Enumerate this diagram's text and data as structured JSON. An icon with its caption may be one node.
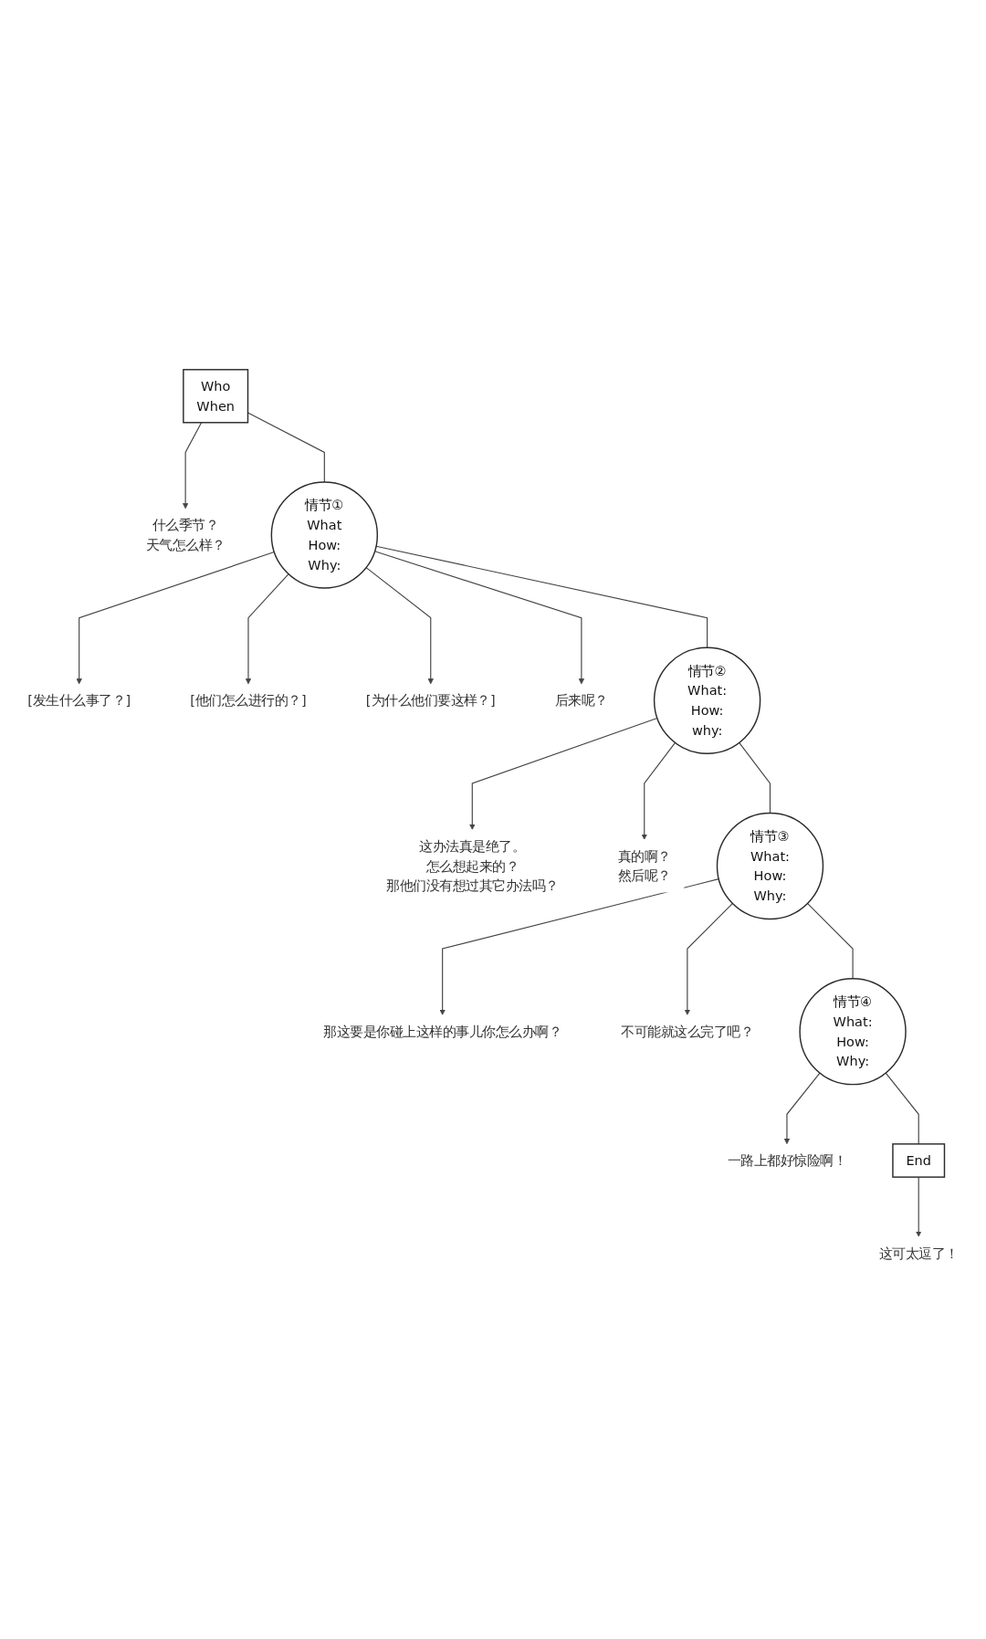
{
  "diagram": {
    "nodes": [
      {
        "text": [
          "Who",
          "When"
        ]
      },
      {
        "text": [
          "什么季节？",
          "天气怎么样？"
        ]
      },
      {
        "text": [
          "情节①",
          "What",
          "How:",
          "Why:"
        ]
      },
      {
        "text": [
          "[发生什么事了？]"
        ]
      },
      {
        "text": [
          "[他们怎么进行的？]"
        ]
      },
      {
        "text": [
          "[为什么他们要这样？]"
        ]
      },
      {
        "text": [
          "后来呢？"
        ]
      },
      {
        "text": [
          "情节②",
          "What:",
          "How:",
          "why:"
        ]
      },
      {
        "text": [
          "这办法真是绝了。",
          "怎么想起来的？",
          "那他们没有想过其它办法吗？"
        ]
      },
      {
        "text": [
          "真的啊？",
          "然后呢？"
        ]
      },
      {
        "text": [
          "情节③",
          "What:",
          "How:",
          "Why:"
        ]
      },
      {
        "text": [
          "那这要是你碰上这样的事儿你怎么办啊？"
        ]
      },
      {
        "text": [
          "不可能就这么完了吧？"
        ]
      },
      {
        "text": [
          "情节④",
          "What:",
          "How:",
          "Why:"
        ]
      },
      {
        "text": [
          "一路上都好惊险啊！"
        ]
      },
      {
        "text": [
          "End"
        ]
      },
      {
        "text": [
          "这可太逗了！"
        ]
      }
    ],
    "edges": [
      {
        "from": 0,
        "to": 1,
        "arrow": "to"
      },
      {
        "from": 0,
        "to": 2,
        "arrow": "none"
      },
      {
        "from": 2,
        "to": 3,
        "arrow": "to"
      },
      {
        "from": 2,
        "to": 4,
        "arrow": "to"
      },
      {
        "from": 2,
        "to": 5,
        "arrow": "to"
      },
      {
        "from": 2,
        "to": 7,
        "arrow": "none"
      },
      {
        "from": 2,
        "to": 6,
        "arrow": "to"
      },
      {
        "from": 7,
        "to": 8,
        "arrow": "to"
      },
      {
        "from": 7,
        "to": 10,
        "arrow": "none"
      },
      {
        "from": 7,
        "to": 9,
        "arrow": "to"
      },
      {
        "from": 10,
        "to": 11,
        "arrow": "to"
      },
      {
        "from": 10,
        "to": 13,
        "arrow": "none"
      },
      {
        "from": 10,
        "to": 12,
        "arrow": "to"
      },
      {
        "from": 13,
        "to": 14,
        "arrow": "to"
      },
      {
        "from": 13,
        "to": 15,
        "arrow": "none"
      },
      {
        "from": 15,
        "to": 16,
        "arrow": "to"
      }
    ]
  }
}
